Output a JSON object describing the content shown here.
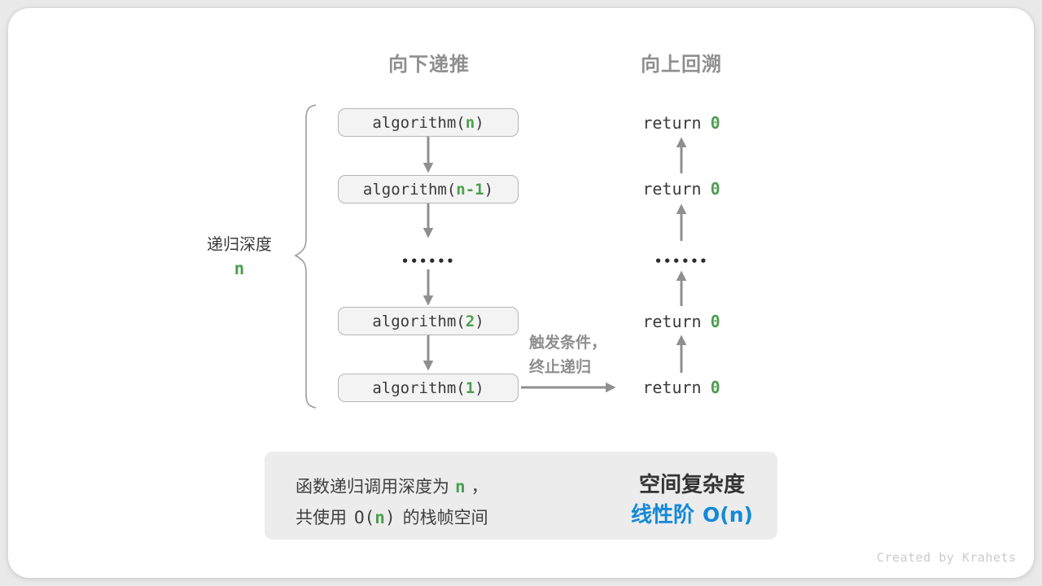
{
  "diagram": {
    "headers": {
      "downward": "向下递推",
      "upward": "向上回溯"
    },
    "depth": {
      "label": "递归深度",
      "value": "n"
    },
    "calls": [
      {
        "prefix": "algorithm(",
        "arg": "n",
        "suffix": ")"
      },
      {
        "prefix": "algorithm(",
        "arg": "n-1",
        "suffix": ")"
      },
      {
        "prefix": "algorithm(",
        "arg": "2",
        "suffix": ")"
      },
      {
        "prefix": "algorithm(",
        "arg": "1",
        "suffix": ")"
      }
    ],
    "returns": [
      {
        "keyword": "return",
        "value": "0"
      },
      {
        "keyword": "return",
        "value": "0"
      },
      {
        "keyword": "return",
        "value": "0"
      },
      {
        "keyword": "return",
        "value": "0"
      }
    ],
    "ellipsis": "••••••",
    "base_case": {
      "line1": "触发条件，",
      "line2": "终止递归"
    }
  },
  "summary": {
    "line1": {
      "text": "函数递归调用深度为",
      "var": "n",
      "comma": "，"
    },
    "line2": {
      "prefix": "共使用",
      "o_open": "O(",
      "var": "n",
      "o_close": ")",
      "suffix": "的栈帧空间"
    },
    "result": {
      "title": "空间复杂度",
      "label": "线性阶",
      "notation": "O(n)"
    }
  },
  "footer": {
    "credit": "Created by Krahets"
  },
  "colors": {
    "accent_green": "#4d9e50",
    "accent_blue": "#1389d8",
    "heading_gray": "#8f8f8f",
    "arrow_gray": "#8f8f8f",
    "box_bg": "#f3f3f3",
    "box_border": "#b5b5b5",
    "panel_bg": "#ececec",
    "text_dark": "#3a3a3a"
  }
}
